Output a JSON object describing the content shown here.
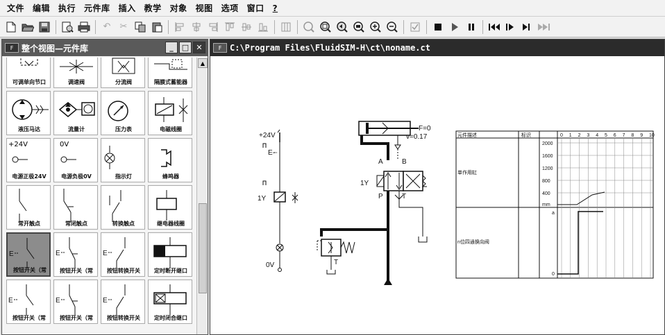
{
  "menu": [
    "文件",
    "编辑",
    "执行",
    "元件库",
    "插入",
    "教学",
    "对象",
    "视图",
    "选项",
    "窗口",
    "?"
  ],
  "library": {
    "title": "整个视图—元件库",
    "tiles": [
      {
        "label": "可调单向节口",
        "icon": "throttle-check-valve-icon"
      },
      {
        "label": "调速阀",
        "icon": "flow-control-valve-icon"
      },
      {
        "label": "分流阀",
        "icon": "flow-divider-valve-icon"
      },
      {
        "label": "隔膜式蓄能器",
        "icon": "diaphragm-accumulator-icon"
      },
      {
        "label": "液压马达",
        "icon": "hydraulic-motor-icon"
      },
      {
        "label": "流量计",
        "icon": "flow-meter-icon"
      },
      {
        "label": "压力表",
        "icon": "pressure-gauge-icon"
      },
      {
        "label": "电磁线圈",
        "icon": "solenoid-coil-icon"
      },
      {
        "label": "电源正极24V",
        "icon": "power-positive-icon",
        "value": "+24V"
      },
      {
        "label": "电源负极0V",
        "icon": "power-negative-icon",
        "value": "0V"
      },
      {
        "label": "指示灯",
        "icon": "indicator-lamp-icon"
      },
      {
        "label": "蜂鸣器",
        "icon": "buzzer-icon"
      },
      {
        "label": "常开触点",
        "icon": "no-contact-icon"
      },
      {
        "label": "常闭触点",
        "icon": "nc-contact-icon"
      },
      {
        "label": "转换触点",
        "icon": "changeover-contact-icon"
      },
      {
        "label": "继电器线圈",
        "icon": "relay-coil-icon"
      },
      {
        "label": "按钮开关（常",
        "icon": "push-button-no-icon"
      },
      {
        "label": "按钮开关（常",
        "icon": "push-button-nc-icon"
      },
      {
        "label": "按钮转换开关",
        "icon": "push-button-changeover-icon"
      },
      {
        "label": "定时断开继口",
        "icon": "off-delay-relay-icon"
      },
      {
        "label": "按钮开关（常",
        "icon": "pushbutton-latching-no-icon"
      },
      {
        "label": "按钮开关（常",
        "icon": "pushbutton-latching-nc-icon"
      },
      {
        "label": "按钮转换开关",
        "icon": "pushbutton-latching-changeover-icon"
      },
      {
        "label": "定时闭合继口",
        "icon": "on-delay-relay-icon"
      }
    ]
  },
  "circuit": {
    "title": "C:\\Program Files\\FluidSIM-H\\ct\\noname.ct",
    "cylinder": {
      "force": "F=0",
      "velocity": "v=0.17"
    },
    "electrical": {
      "supply_pos": "+24V",
      "supply_neg": "0V",
      "switch_label": "E-",
      "coil_label": "1Y"
    },
    "valve": {
      "label": "1Y",
      "ports": {
        "A": "A",
        "B": "B",
        "P": "P",
        "T": "T"
      }
    },
    "relief_tank": "T",
    "diagram": {
      "col_component": "元件描述",
      "col_mark": "标识",
      "time_ticks": [
        "0",
        "1",
        "2",
        "3",
        "4",
        "5",
        "6",
        "7",
        "8",
        "9",
        "10"
      ],
      "row1_label": "单作用缸",
      "row1_ticks": [
        "2000",
        "1600",
        "1200",
        "800",
        "400"
      ],
      "row1_unit": "mm",
      "row2_label": "n位四通换向阀",
      "row2_top": "a",
      "row2_bottom": "0"
    }
  }
}
